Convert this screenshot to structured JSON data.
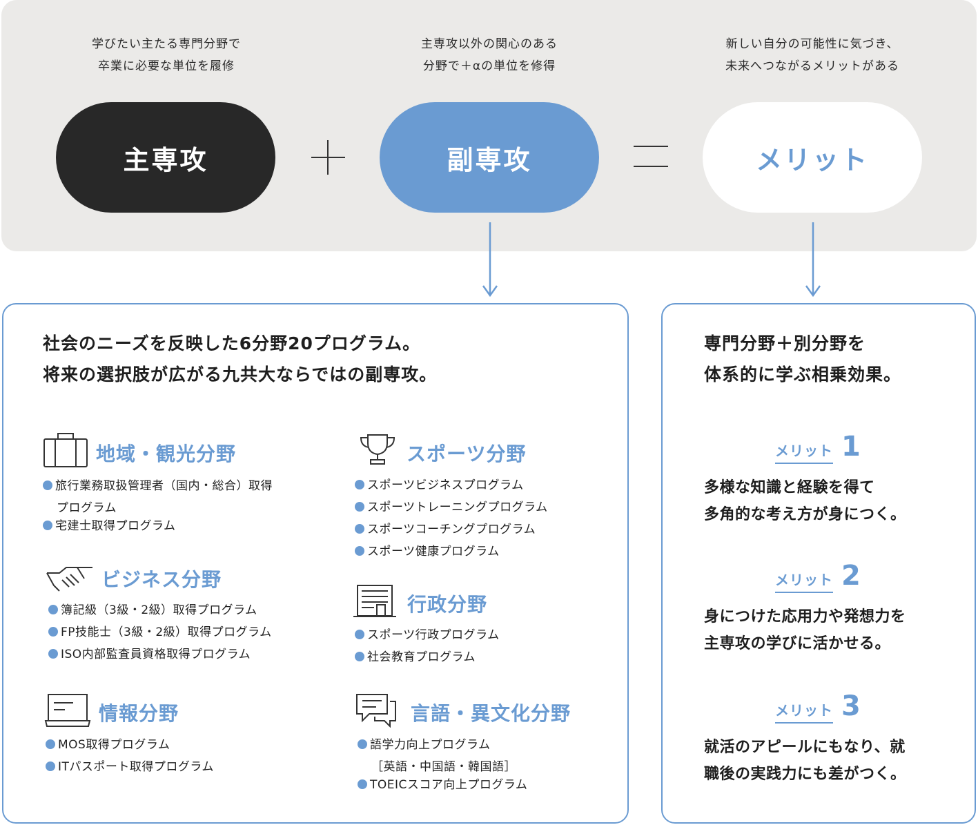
{
  "colors": {
    "accent": "#6a9bd2",
    "dark": "#282828",
    "panel": "#ebeae8"
  },
  "formula": {
    "major": {
      "caption": [
        "学びたい主たる専門分野で",
        "卒業に必要な単位を履修"
      ],
      "label": "主専攻"
    },
    "minor": {
      "caption": [
        "主専攻以外の関心のある",
        "分野で＋αの単位を修得"
      ],
      "label": "副専攻"
    },
    "merit": {
      "caption": [
        "新しい自分の可能性に気づき、",
        "未来へつながるメリットがある"
      ],
      "label": "メリット"
    }
  },
  "programs": {
    "headline": [
      "社会のニーズを反映した6分野20プログラム。",
      "将来の選択肢が広がる九共大ならではの副専攻。"
    ],
    "fields": [
      {
        "title": "地域・観光分野",
        "icon": "suitcase-icon",
        "items": [
          [
            "旅行業務取扱管理者（国内・総合）取得",
            "プログラム"
          ],
          [
            "宅建士取得プログラム"
          ]
        ]
      },
      {
        "title": "ビジネス分野",
        "icon": "handshake-icon",
        "items": [
          [
            "簿記級（3級・2級）取得プログラム"
          ],
          [
            "FP技能士（3級・2級）取得プログラム"
          ],
          [
            "ISO内部監査員資格取得プログラム"
          ]
        ]
      },
      {
        "title": "情報分野",
        "icon": "laptop-icon",
        "items": [
          [
            "MOS取得プログラム"
          ],
          [
            "ITパスポート取得プログラム"
          ]
        ]
      },
      {
        "title": "スポーツ分野",
        "icon": "trophy-icon",
        "items": [
          [
            "スポーツビジネスプログラム"
          ],
          [
            "スポーツトレーニングプログラム"
          ],
          [
            "スポーツコーチングプログラム"
          ],
          [
            "スポーツ健康プログラム"
          ]
        ]
      },
      {
        "title": "行政分野",
        "icon": "government-building-icon",
        "items": [
          [
            "スポーツ行政プログラム"
          ],
          [
            "社会教育プログラム"
          ]
        ]
      },
      {
        "title": "言語・異文化分野",
        "icon": "speech-bubbles-icon",
        "items": [
          [
            "語学力向上プログラム",
            "［英語・中国語・韓国語］"
          ],
          [
            "TOEICスコア向上プログラム"
          ]
        ]
      }
    ]
  },
  "merits": {
    "headline": [
      "専門分野＋別分野を",
      "体系的に学ぶ相乗効果。"
    ],
    "items": [
      {
        "label": "メリット",
        "number": "1",
        "text": [
          "多様な知識と経験を得て",
          "多角的な考え方が身につく。"
        ]
      },
      {
        "label": "メリット",
        "number": "2",
        "text": [
          "身につけた応用力や発想力を",
          "主専攻の学びに活かせる。"
        ]
      },
      {
        "label": "メリット",
        "number": "3",
        "text": [
          "就活のアピールにもなり、就",
          "職後の実践力にも差がつく。"
        ]
      }
    ]
  }
}
